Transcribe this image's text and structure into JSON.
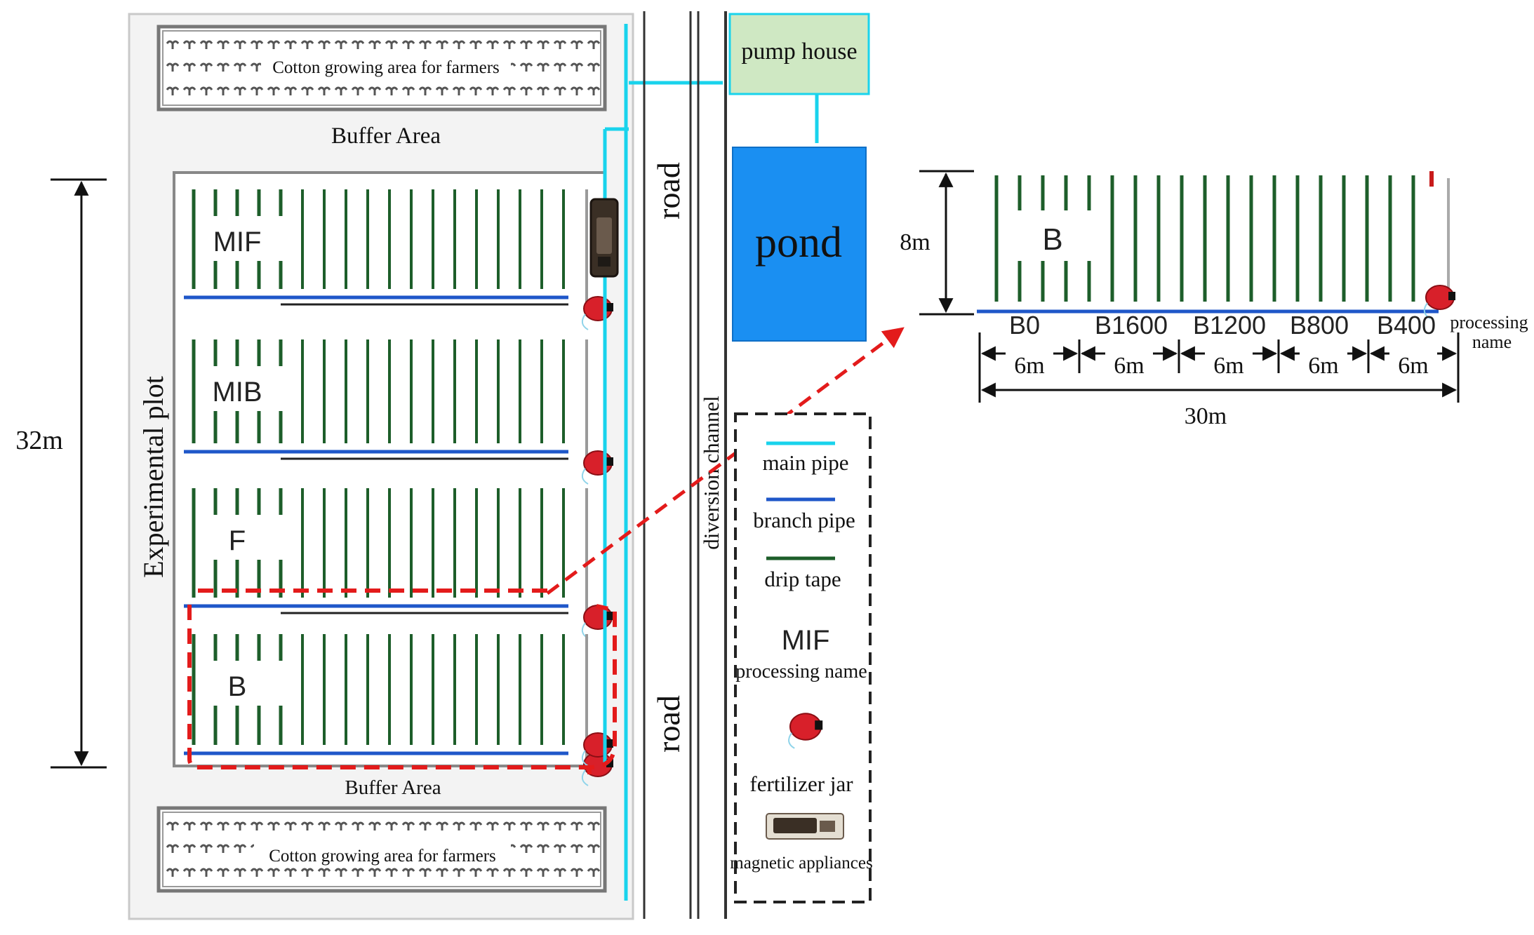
{
  "figure": {
    "farm_top_label": "Cotton growing area for farmers",
    "farm_bottom_label": "Cotton growing area for farmers",
    "buffer_top_label": "Buffer Area",
    "buffer_bottom_label": "Buffer Area",
    "experimental_plot_label": "Experimental plot",
    "height_dimension": "32m",
    "road_label": "road",
    "channel_label": "diversion channel",
    "pump_house_label": "pump house",
    "pond_label": "pond",
    "treatments": [
      "MIF",
      "MIB",
      "F",
      "B"
    ],
    "detail": {
      "plot_label": "B",
      "height_dimension": "8m",
      "subplot_labels": [
        "B0",
        "B1600",
        "B1200",
        "B800",
        "B400"
      ],
      "segment_widths": [
        "6m",
        "6m",
        "6m",
        "6m",
        "6m"
      ],
      "total_width": "30m",
      "processing_name_note": "processing name"
    },
    "legend": {
      "main_pipe": "main pipe",
      "branch_pipe": "branch pipe",
      "drip_tape": "drip tape",
      "treatment_code": "MIF",
      "processing_name": "processing name",
      "fertilizer_jar": "fertilizer jar",
      "magnetic_appliances": "magnetic appliances"
    }
  },
  "colors": {
    "main_pipe": "#19d3ec",
    "branch_pipe": "#1f57c9",
    "drip_tape": "#1d5e2a",
    "highlight_dashes": "#e31b1b",
    "pond": "#1a8ff2",
    "pump_house": "#cfe8c3",
    "fertilizer_jar": "#d8202a"
  }
}
